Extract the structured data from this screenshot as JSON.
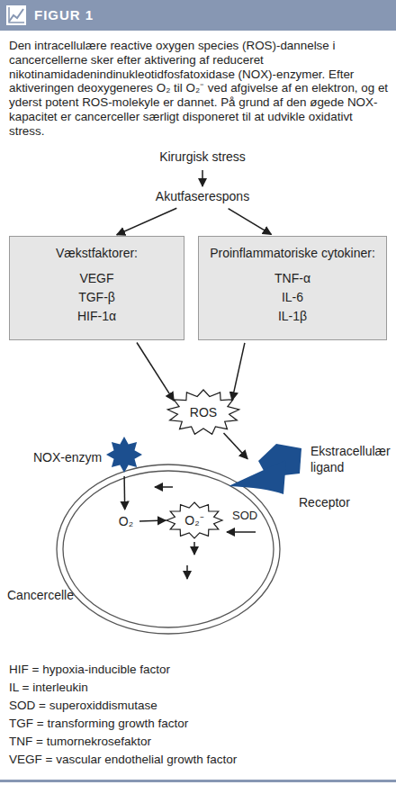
{
  "diagram": {
    "title": "FIGUR 1",
    "caption": "Den intracellulære reactive oxygen species (ROS)-dannelse i cancercellerne sker efter aktivering af reduceret nikotinamidadenindinukleotidfosfatoxidase (NOX)-enzymer. Efter aktiveringen deoxygeneres O₂ til O₂⁻ ved afgivelse af en elektron, og et yderst potent ROS-molekyle er dannet. På grund af den øgede NOX-kapacitet er cancerceller særligt disponeret til at udvikle oxidativt stress.",
    "nodes": [
      {
        "text": [
          "Kirurgisk stress"
        ]
      },
      {
        "text": [
          "Akutfaserespons"
        ]
      },
      {
        "text": [
          "Vækstfaktorer:",
          "VEGF TGF-β HIF-1α"
        ]
      },
      {
        "text": [
          "Proinflammatoriske cytokiner:",
          "TNF-α IL-6 IL-1β"
        ]
      },
      {
        "text": [
          "ROS"
        ]
      },
      {
        "text": [
          "NOX-enzym"
        ]
      },
      {
        "text": [
          "Ekstracellulær ligand"
        ]
      },
      {
        "text": [
          "Receptor"
        ]
      },
      {
        "text": [
          "Cancercelle"
        ]
      },
      {
        "text": [
          "O₂"
        ],
        "in": 8
      },
      {
        "text": [
          "O₂⁻"
        ],
        "in": 8
      }
    ],
    "edges": [
      {
        "from": 0,
        "to": 1,
        "arrow": "to"
      },
      {
        "from": 1,
        "to": 2,
        "arrow": "to"
      },
      {
        "from": 1,
        "to": 3,
        "arrow": "to"
      },
      {
        "from": 2,
        "to": 4,
        "arrow": "to"
      },
      {
        "from": 3,
        "to": 4,
        "arrow": "to"
      },
      {
        "from": 4,
        "to": 7,
        "arrow": "to"
      },
      {
        "from": 5,
        "to": 9,
        "arrow": "to"
      },
      {
        "from": 9,
        "to": 10,
        "arrow": "to"
      }
    ],
    "labels": [
      "SOD",
      "HIF = hypoxia-inducible factor",
      "IL = interleukin",
      "SOD = superoxiddismutase",
      "TGF = transforming growth factor",
      "TNF = tumornekrosefaktor",
      "VEGF = vascular endothelial growth factor"
    ]
  }
}
